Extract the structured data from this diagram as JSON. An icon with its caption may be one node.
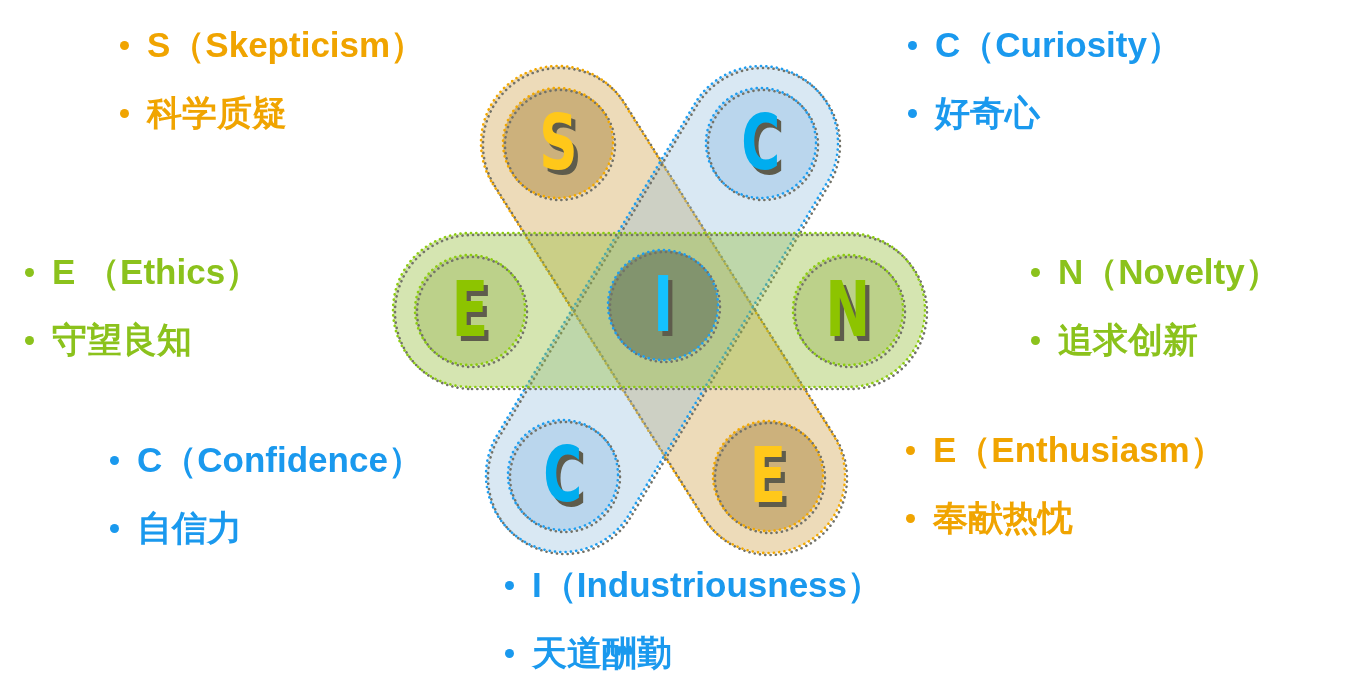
{
  "diagram": {
    "nodes": [
      {
        "text": [],
        "shape": "band"
      },
      {
        "text": [
          "S"
        ],
        "in": 0,
        "beside": [
          "S（Skepticism）",
          "科学质疑"
        ]
      },
      {
        "text": [],
        "shape": "band"
      },
      {
        "text": [
          "C"
        ],
        "in": 2,
        "beside": [
          "C（Curiosity）",
          "好奇心"
        ]
      },
      {
        "text": [],
        "shape": "band"
      },
      {
        "text": [
          "E"
        ],
        "in": 4,
        "beside": [
          "E （Ethics）",
          "守望良知"
        ]
      },
      {
        "text": [
          "I"
        ],
        "beside": [
          "I（Industriousness）",
          "天道酬勤"
        ]
      },
      {
        "text": [
          "N"
        ],
        "in": 4,
        "beside": [
          "N（Novelty）",
          "追求创新"
        ]
      },
      {
        "text": [
          "C"
        ],
        "in": 2,
        "beside": [
          "C（Confidence）",
          "自信力"
        ]
      },
      {
        "text": [
          "E"
        ],
        "in": 0,
        "beside": [
          "E（Enthusiasm）",
          "奉献热忱"
        ]
      }
    ]
  }
}
